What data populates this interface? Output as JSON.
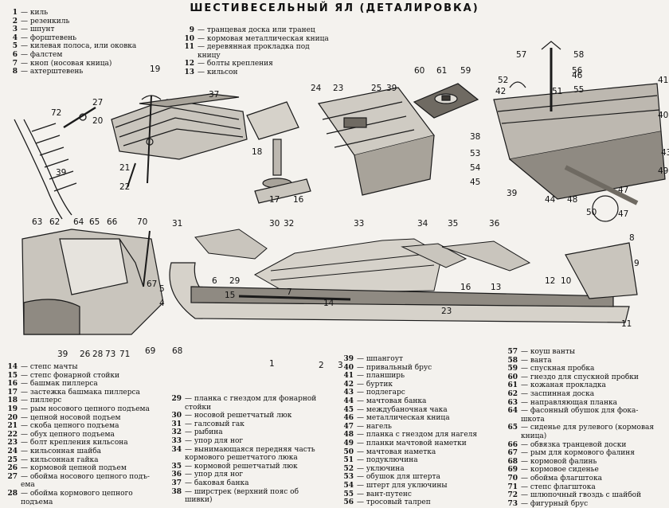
{
  "title": "ШЕСТИВЕСЕЛЬНЫЙ ЯЛ (ДЕТАЛИРОВКА)",
  "legend_groups": [
    {
      "items": [
        {
          "num": "1",
          "text": "— киль"
        },
        {
          "num": "2",
          "text": "— резенкиль"
        },
        {
          "num": "3",
          "text": "— шпунт"
        },
        {
          "num": "4",
          "text": "— форштевень"
        },
        {
          "num": "5",
          "text": "— килевая полоса, или оковка"
        },
        {
          "num": "6",
          "text": "— фалстем"
        },
        {
          "num": "7",
          "text": "— кноп (носовая кница)"
        },
        {
          "num": "8",
          "text": "— ахтерштевень"
        }
      ]
    },
    {
      "items": [
        {
          "num": "9",
          "text": "— транцевая доска или транец"
        },
        {
          "num": "10",
          "text": "— кормовая металлическая кница"
        },
        {
          "num": "11",
          "text": "— деревянная прокладка под"
        },
        {
          "num": "",
          "text": "кницу"
        },
        {
          "num": "12",
          "text": "— болты крепления"
        },
        {
          "num": "13",
          "text": "— кильсон"
        }
      ]
    },
    {
      "items": [
        {
          "num": "14",
          "text": "— степс мачты"
        },
        {
          "num": "15",
          "text": "— степс фонарной стойки"
        },
        {
          "num": "16",
          "text": "— башмак пиллерса"
        },
        {
          "num": "17",
          "text": "— застежка башмака пиллерса"
        },
        {
          "num": "18",
          "text": "— пиллерс"
        },
        {
          "num": "19",
          "text": "— рым носового цепного подъема"
        },
        {
          "num": "20",
          "text": "— цепной носовой подъем"
        },
        {
          "num": "21",
          "text": "— скоба цепного подъема"
        },
        {
          "num": "22",
          "text": "— обух цепного подъема"
        },
        {
          "num": "23",
          "text": "— болт крепления кильсона"
        },
        {
          "num": "24",
          "text": "— кильсонная шайба"
        },
        {
          "num": "25",
          "text": "— кильсонная гайка"
        },
        {
          "num": "26",
          "text": "— кормовой цепной подъем"
        },
        {
          "num": "27",
          "text": "— обойма носового цепного подъ-"
        },
        {
          "num": "",
          "text": "ема"
        },
        {
          "num": "28",
          "text": "— обойма кормового цепного"
        },
        {
          "num": "",
          "text": "подъема"
        }
      ]
    },
    {
      "items": [
        {
          "num": "29",
          "text": "— планка с гнездом для фонарной"
        },
        {
          "num": "",
          "text": "стойки"
        },
        {
          "num": "30",
          "text": "— носовой решетчатый люк"
        },
        {
          "num": "31",
          "text": "— галсовый гак"
        },
        {
          "num": "32",
          "text": "— рыбина"
        },
        {
          "num": "33",
          "text": "— упор для ног"
        },
        {
          "num": "34",
          "text": "— вынимающаяся передняя часть"
        },
        {
          "num": "",
          "text": "кормового решетчатого люка"
        },
        {
          "num": "35",
          "text": "— кормовой решетчатый люк"
        },
        {
          "num": "36",
          "text": "— упор для ног"
        },
        {
          "num": "37",
          "text": "— баковая банка"
        },
        {
          "num": "38",
          "text": "— ширстрек (верхний пояс об"
        },
        {
          "num": "",
          "text": "шивки)"
        }
      ]
    },
    {
      "items": [
        {
          "num": "39",
          "text": "— шпангоут"
        },
        {
          "num": "40",
          "text": "— привальный брус"
        },
        {
          "num": "41",
          "text": "— планширь"
        },
        {
          "num": "42",
          "text": "— буртик"
        },
        {
          "num": "43",
          "text": "— подлегарс"
        },
        {
          "num": "44",
          "text": "— мачтовая банка"
        },
        {
          "num": "45",
          "text": "— междубаночная чака"
        },
        {
          "num": "46",
          "text": "— металлическая кница"
        },
        {
          "num": "47",
          "text": "— нагель"
        },
        {
          "num": "48",
          "text": "— планка с гнездом для нагеля"
        },
        {
          "num": "49",
          "text": "— планки мачтовой наметки"
        },
        {
          "num": "50",
          "text": "— мачтовая наметка"
        },
        {
          "num": "51",
          "text": "— подуключина"
        },
        {
          "num": "52",
          "text": "— уключина"
        },
        {
          "num": "53",
          "text": "— обушок для штерта"
        },
        {
          "num": "54",
          "text": "— штерт для уключины"
        },
        {
          "num": "55",
          "text": "— вант-путенс"
        },
        {
          "num": "56",
          "text": "— тросовый талреп"
        }
      ]
    },
    {
      "items": [
        {
          "num": "57",
          "text": "— коуш ванты"
        },
        {
          "num": "58",
          "text": "— ванта"
        },
        {
          "num": "59",
          "text": "— спускная пробка"
        },
        {
          "num": "60",
          "text": "— гнездо для спускной пробки"
        },
        {
          "num": "61",
          "text": "— кожаная прокладка"
        },
        {
          "num": "62",
          "text": "— заспинная доска"
        },
        {
          "num": "63",
          "text": "— направляющая планка"
        },
        {
          "num": "64",
          "text": "— фасонный обушок для фока-"
        },
        {
          "num": "",
          "text": "шкота"
        },
        {
          "num": "65",
          "text": "— сиденье для рулевого (кормовая"
        },
        {
          "num": "",
          "text": "кница)"
        },
        {
          "num": "66",
          "text": "— обвязка транцевой доски"
        },
        {
          "num": "67",
          "text": "— рым для кормового фалиня"
        },
        {
          "num": "68",
          "text": "— кормовой фалинь"
        },
        {
          "num": "69",
          "text": "— кормовое сиденье"
        },
        {
          "num": "70",
          "text": "— обойма флагштока"
        },
        {
          "num": "71",
          "text": "— степс флагштока"
        },
        {
          "num": "72",
          "text": "— шлюпочный гвоздь с шайбой"
        },
        {
          "num": "73",
          "text": "— фигурный брус"
        }
      ]
    }
  ],
  "callouts": [
    "19",
    "27",
    "37",
    "20",
    "21",
    "22",
    "72",
    "39",
    "18",
    "17",
    "16",
    "24",
    "23",
    "25",
    "39",
    "60",
    "61",
    "59",
    "57",
    "58",
    "52",
    "56",
    "51",
    "46",
    "55",
    "41",
    "42",
    "38",
    "40",
    "43",
    "53",
    "54",
    "45",
    "39",
    "44",
    "48",
    "47",
    "49",
    "50",
    "47",
    "63",
    "62",
    "64",
    "65",
    "66",
    "70",
    "67",
    "39",
    "26",
    "28",
    "73",
    "71",
    "69",
    "68",
    "31",
    "30",
    "29",
    "5",
    "6",
    "4",
    "7",
    "15",
    "14",
    "32",
    "33",
    "16",
    "13",
    "23",
    "12",
    "10",
    "34",
    "35",
    "36",
    "8",
    "9",
    "11",
    "1",
    "2",
    "3"
  ]
}
